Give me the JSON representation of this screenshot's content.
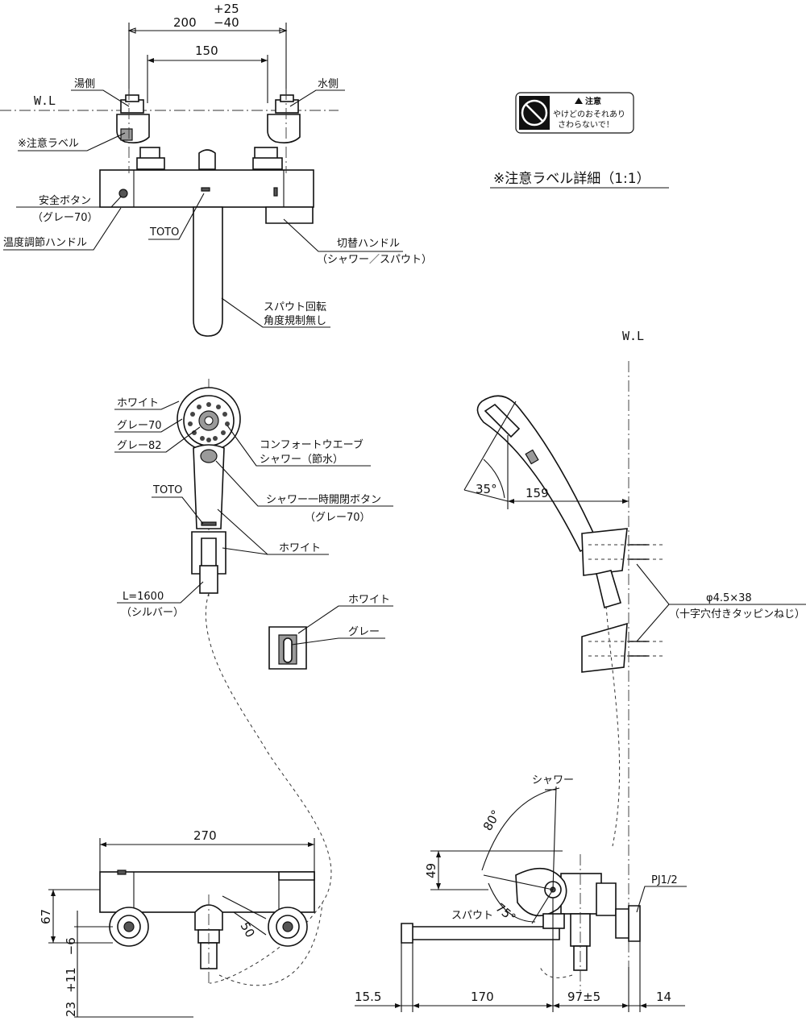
{
  "top_view": {
    "dim_outer": "200",
    "tol_plus": "+25",
    "tol_minus": "−40",
    "dim_inner": "150",
    "wl": "W.L",
    "hot_side": "湯側",
    "cold_side": "水側",
    "caution_label": "※注意ラベル",
    "safety_button": "安全ボタン",
    "safety_button_color": "（グレー70）",
    "temp_handle": "温度調節ハンドル",
    "brand": "TOTO",
    "switch_handle": "切替ハンドル",
    "switch_handle_sub": "（シャワー／スパウト）",
    "spout_note_1": "スパウト回転",
    "spout_note_2": "角度規制無し"
  },
  "caution_sticker": {
    "title": "注意",
    "line1": "やけどのおそれあり",
    "line2": "さわらないで！",
    "caption": "※注意ラベル詳細（1:1）"
  },
  "shower_front": {
    "white": "ホワイト",
    "grey70": "グレー70",
    "grey82": "グレー82",
    "comfort_1": "コンフォートウエーブ",
    "comfort_2": "シャワー（節水）",
    "brand": "TOTO",
    "button_1": "シャワー一時開閉ボタン",
    "button_2": "（グレー70）",
    "white2": "ホワイト",
    "hose_len": "L=1600",
    "hose_color": "（シルバー）"
  },
  "holder": {
    "white": "ホワイト",
    "grey": "グレー"
  },
  "shower_side": {
    "wl": "W.L",
    "angle": "35°",
    "dim": "159",
    "screw_1": "φ4.5×38",
    "screw_2": "（十字穴付きタッピンねじ）"
  },
  "bottom_front": {
    "width": "270",
    "h67": "67",
    "tol": "+11　−6",
    "d23": "23",
    "d50": "50"
  },
  "bottom_side": {
    "shower": "シャワー",
    "spout": "スパウト",
    "a80": "80°",
    "a75": "75°",
    "d49": "49",
    "pj": "PJ1/2",
    "d155": "15.5",
    "d170": "170",
    "d97": "97±5",
    "d14": "14"
  }
}
